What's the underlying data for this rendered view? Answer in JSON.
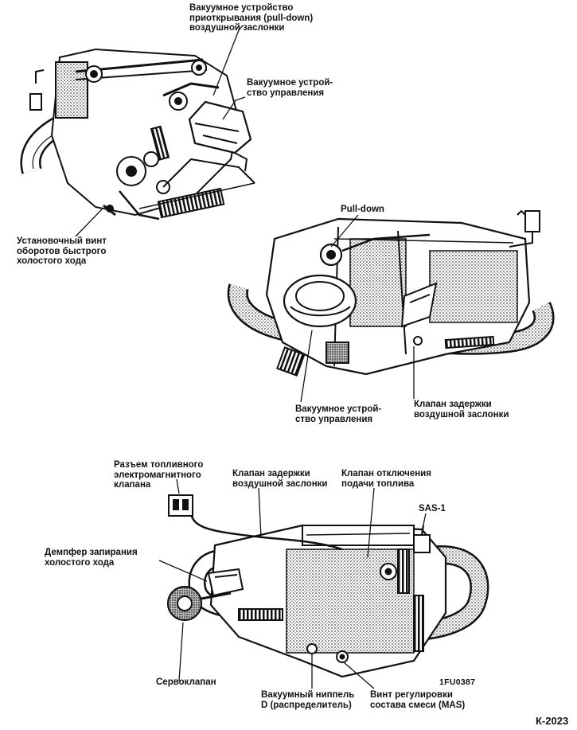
{
  "figure_id": "К-2023",
  "image_code": "1FU0387",
  "colors": {
    "ink": "#111111",
    "paper": "#ffffff",
    "shade": "#6e6e6e"
  },
  "views": {
    "top": {
      "labels": {
        "pulldown_device": "Вакуумное устройство\nприоткрывания (pull-down)\nвоздушной заслонки",
        "control_device": "Вакуумное устрой-\nство управления",
        "fast_idle_screw": "Установочный винт\nоборотов быстрого\nхолостого хода"
      }
    },
    "middle": {
      "labels": {
        "pulldown": "Pull-down",
        "control_device": "Вакуумное устрой-\nство управления",
        "delay_valve": "Клапан задержки\nвоздушной заслонки"
      }
    },
    "bottom": {
      "labels": {
        "solenoid_connector": "Разъем топливного\nэлектромагнитного\nклапана",
        "delay_valve": "Клапан задержки\nвоздушной заслонки",
        "fuel_cutoff_valve": "Клапан отключения\nподачи топлива",
        "sas1": "SAS-1",
        "idle_damper": "Демпфер запирания\nхолостого хода",
        "servo_valve": "Сервоклапан",
        "vacuum_nipple": "Вакуумный ниппель\nD (распределитель)",
        "mixture_screw": "Винт регулировки\nсостава смеси (MAS)"
      }
    }
  }
}
